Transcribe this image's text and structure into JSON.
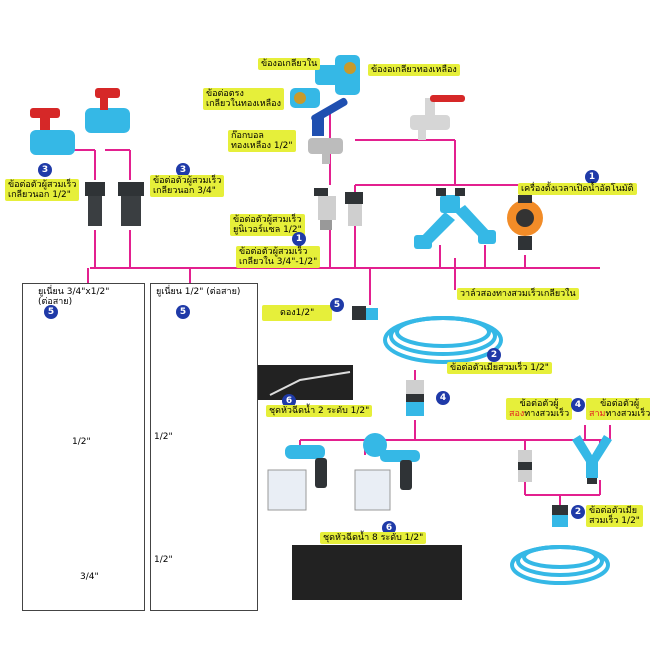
{
  "colors": {
    "wire": "#e3208f",
    "label_bg": "#e6ef3a",
    "badge": "#1f3aa8",
    "blue_part": "#35b8e6",
    "red_handle": "#d62828",
    "orange_part": "#f28c28",
    "dark_part": "#2f3336",
    "highlight_red": "#e32222"
  },
  "labels": {
    "female_brass_socket": "ข้องอเกลียวใน",
    "brass_elbow": "ข้องอเกลียวทองเหลือง",
    "straight_brass_female": "ข้อต่อตรง\nเกลียวในทองเหลือง",
    "brass_ball_valve": "ก๊อกบอล\nทองเหลือง 1/2\"",
    "qc_male_half": "ข้อต่อตัวผู้สวมเร็ว\nเกลียวนอก 1/2\"",
    "qc_male_34": "ข้อต่อตัวผู้สวมเร็ว\nเกลียวนอก 3/4\"",
    "qc_universal_half": "ข้อต่อตัวผู้สวมเร็ว\nยูนิเวอร์แซล 1/2\"",
    "qc_male_34_half": "ข้อต่อตัวผู้สวมเร็ว\nเกลียวใน 3/4\"-1/2\"",
    "timer": "เครื่องตั้งเวลาเปิดน้ำอัตโนมัติ",
    "two_way_valve": "วาล์วสองทางสวมเร็วเกลียวใน",
    "hose_union": "ข้อต่อตัวเมียสวมเร็ว 1/2\"",
    "hose_union_bottom": "ข้อต่อตัวเมีย\nสวมเร็ว 1/2\"",
    "hose": "ดอง1/2\"",
    "nozzle_2": "ชุดหัวฉีดน้ำ 2 ระดับ 1/2\"",
    "nozzle_8": "ชุดหัวฉีดน้ำ 8 ระดับ 1/2\"",
    "two_way_connector_pre": "ข้อต่อตัวผู้",
    "two_way_connector_hl": "สอง",
    "two_way_connector_post": "ทางสวมเร็ว",
    "three_way_connector_pre": "ข้อต่อตัวผู้",
    "three_way_connector_hl": "สาม",
    "three_way_connector_post": "ทางสวมเร็ว"
  },
  "badges": {
    "qc_male_half": "3",
    "qc_male_34": "3",
    "qc_universal_half": "1",
    "timer": "1",
    "hose": "5",
    "hose_union": "2",
    "hose_union_bottom": "2",
    "nozzle_2": "6",
    "nozzle_8": "6",
    "union_piece": "4",
    "three_way": "4",
    "panel_left": "5",
    "panel_right": "5"
  },
  "panels": {
    "left_title": "ยูเนี่ยน 3/4\"x1/2\"\n(ต่อสาย)",
    "right_title": "ยูเนี่ยน 1/2\" (ต่อสาย)",
    "left_dim_top": "1/2\"",
    "left_dim_bottom": "3/4\"",
    "right_dim_top": "1/2\"",
    "right_dim_bottom": "1/2\""
  }
}
